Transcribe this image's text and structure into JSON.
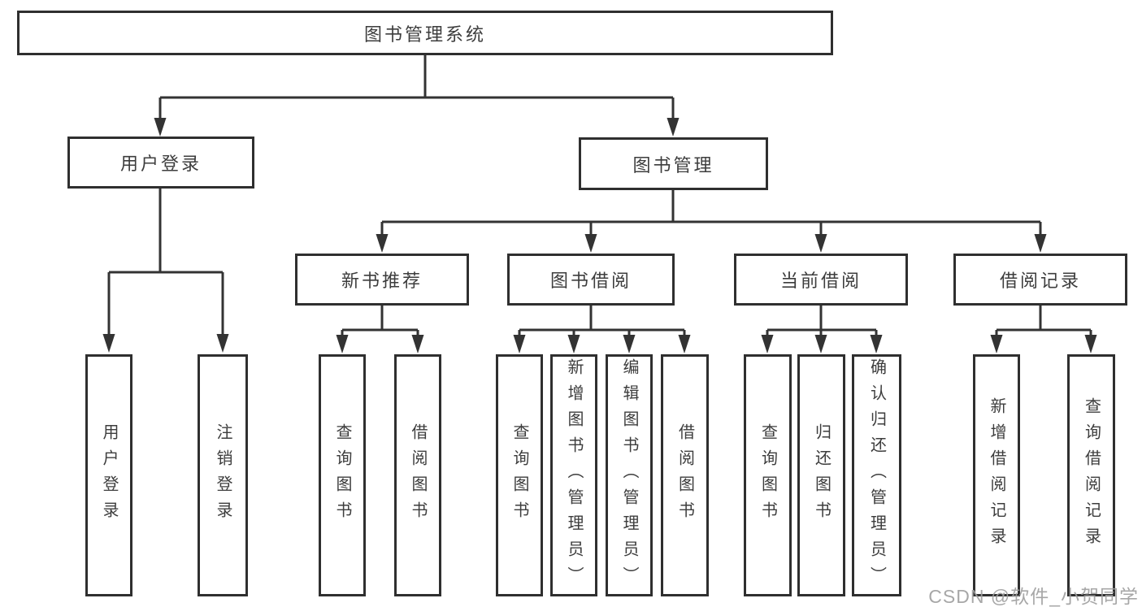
{
  "diagram": {
    "title": "图书管理系统",
    "root": {
      "label": "图书管理系统"
    },
    "user_login": {
      "label": "用户登录",
      "children": [
        {
          "label": "用户登录"
        },
        {
          "label": "注销登录"
        }
      ]
    },
    "book_management": {
      "label": "图书管理",
      "modules": [
        {
          "label": "新书推荐",
          "children": [
            {
              "label": "查询图书"
            },
            {
              "label": "借阅图书"
            }
          ]
        },
        {
          "label": "图书借阅",
          "children": [
            {
              "label": "查询图书"
            },
            {
              "label": "新增图书（管理员）"
            },
            {
              "label": "编辑图书（管理员）"
            },
            {
              "label": "借阅图书"
            }
          ]
        },
        {
          "label": "当前借阅",
          "children": [
            {
              "label": "查询图书"
            },
            {
              "label": "归还图书"
            },
            {
              "label": "确认归还（管理员）"
            }
          ]
        },
        {
          "label": "借阅记录",
          "children": [
            {
              "label": "新增借阅记录"
            },
            {
              "label": "查询借阅记录"
            }
          ]
        }
      ]
    }
  },
  "watermark": {
    "text": "CSDN @软件_小贺同学"
  },
  "colors": {
    "line": "#333333",
    "box_border": "#2f2f2f",
    "text": "#3d3d3d",
    "watermark": "#9e9e9e",
    "background": "#ffffff"
  }
}
